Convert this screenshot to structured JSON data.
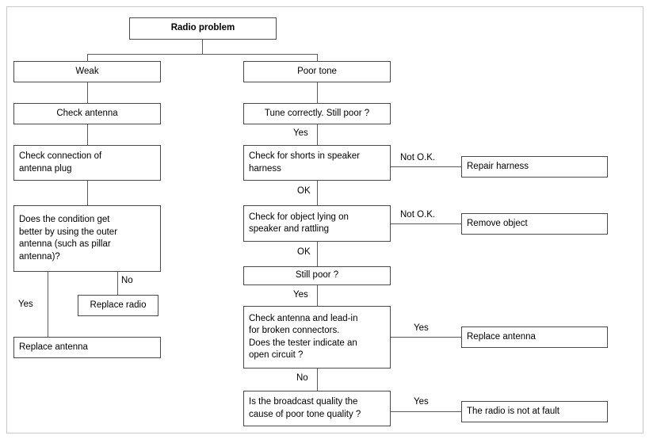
{
  "figure": {
    "title": "Radio problem troubleshooting flowchart",
    "colors": {
      "node_border": "#4a4a4a",
      "line": "#5a5a5a",
      "frame": "#c9c9c9",
      "background": "#ffffff",
      "text": "#000000"
    }
  },
  "nodes": {
    "root": "Radio problem",
    "weak": "Weak",
    "poor_tone": "Poor tone",
    "check_antenna": "Check antenna",
    "check_connection": "Check connection of\nantenna plug",
    "does_condition": "Does the condition get\nbetter by using the outer\nantenna (such as pillar\nantenna)?",
    "replace_radio": "Replace radio",
    "replace_antenna_left": "Replace antenna",
    "tune_correctly": "Tune correctly. Still poor ?",
    "check_shorts": "Check for shorts in speaker\nharness",
    "repair_harness": "Repair harness",
    "check_object": "Check for object lying on\nspeaker and rattling",
    "remove_object": "Remove object",
    "still_poor": "Still poor ?",
    "check_antenna_leadin": "Check antenna and lead-in\nfor broken connectors.\nDoes the tester indicate an\nopen circuit ?",
    "replace_antenna_right": "Replace antenna",
    "is_broadcast": "Is the broadcast quality the\ncause of poor tone quality ?",
    "radio_not_at_fault": "The radio is not at fault"
  },
  "edge_labels": {
    "yes_tune": "Yes",
    "not_ok_shorts": "Not O.K.",
    "ok_shorts": "OK",
    "not_ok_object": "Not O.K.",
    "ok_object": "OK",
    "yes_still_poor": "Yes",
    "yes_leadin": "Yes",
    "no_leadin": "No",
    "yes_broadcast": "Yes",
    "no_condition": "No",
    "yes_condition": "Yes"
  }
}
